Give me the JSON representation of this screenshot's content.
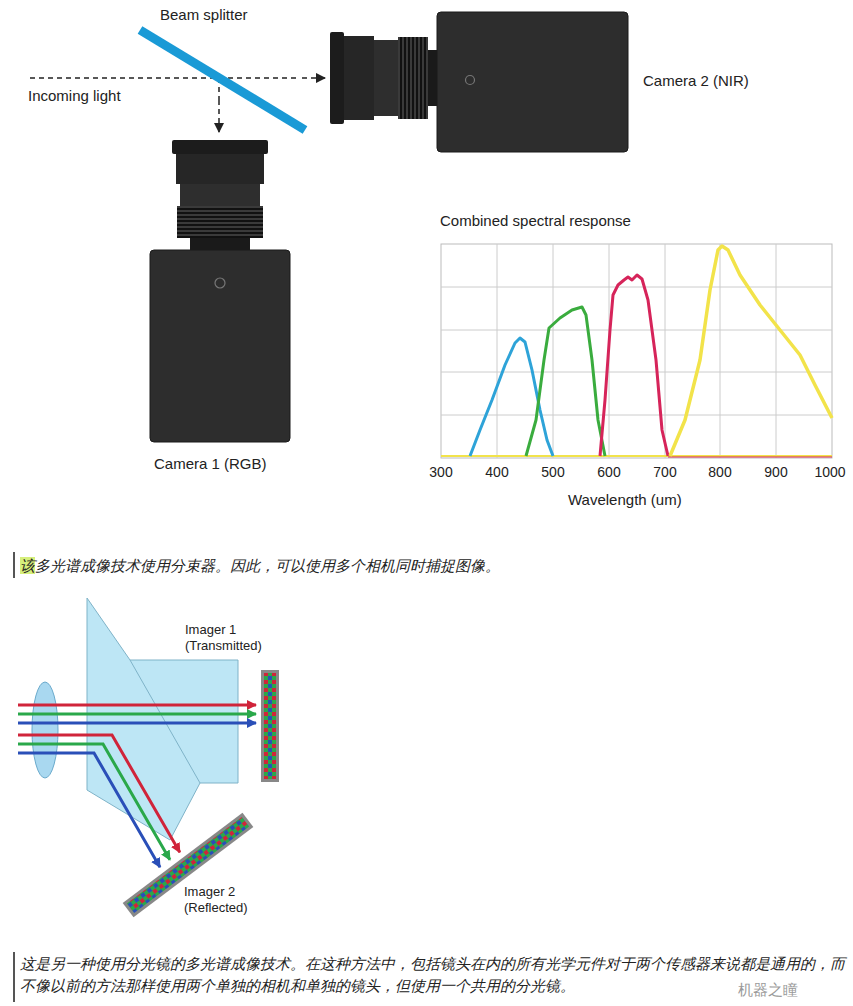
{
  "diagram": {
    "nodes": [
      {
        "text": [
          "Beam splitter"
        ]
      },
      {
        "text": [
          "Camera 2 (NIR)"
        ]
      },
      {
        "text": [
          "Camera 1 (RGB)"
        ]
      },
      {
        "text": [
          "Imager 1 (Transmitted)"
        ]
      },
      {
        "text": [
          "Imager 2 (Reflected)"
        ]
      }
    ],
    "edges": [
      {
        "from": 0,
        "to": 1,
        "arrow": "to"
      },
      {
        "from": 0,
        "to": 2,
        "arrow": "to"
      }
    ],
    "labels": [
      "Incoming light",
      "Combined spectral response",
      "300",
      "400",
      "500",
      "600",
      "700",
      "800",
      "900",
      "1000",
      "Wavelength (um)",
      "该多光谱成像技术使用分束器。因此，可以使用多个相机同时捕捉图像。",
      "这是另一种使用分光镜的多光谱成像技术。在这种方法中，包括镜头在内的所有光学元件对于两个传感器来说都是通用的，而不像以前的方法那样使用两个单独的相机和单独的镜头，但使用一个共用的分光镜。",
      "机器之瞳"
    ]
  }
}
